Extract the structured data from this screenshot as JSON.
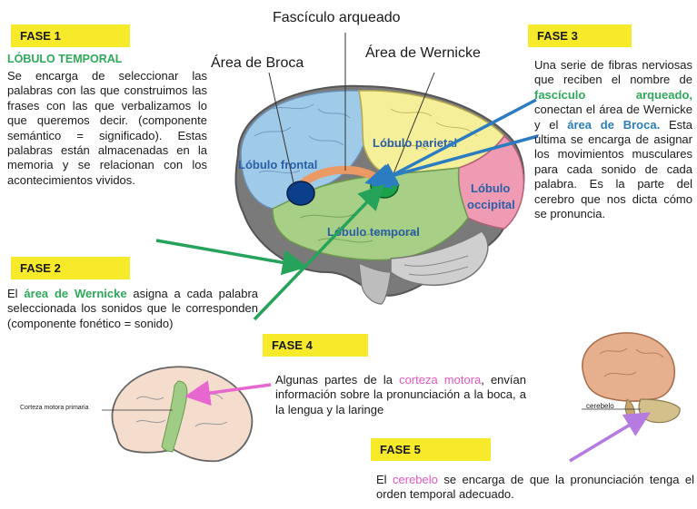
{
  "labels": {
    "fasciculo": "Fascículo arqueado",
    "broca": "Área de Broca",
    "wernicke": "Área de Wernicke",
    "corteza_motora_primaria": "Corteza motora primaria",
    "cerebelo": "cerebelo"
  },
  "lobes": {
    "frontal": "Lóbulo frontal",
    "parietal": "Lóbulo parietal",
    "occipital_1": "Lóbulo",
    "occipital_2": "occipital",
    "temporal": "Lóbulo temporal"
  },
  "fase1": {
    "title": "FASE 1",
    "heading": "LÓBULO TEMPORAL",
    "text": "Se encarga de seleccionar las palabras con las que construimos las frases con las que verbalizamos lo que queremos decir. (componente semántico = significado). Estas palabras están almacenadas en la memoria  y se relacionan con los acontecimientos vividos."
  },
  "fase2": {
    "title": "FASE 2",
    "text_before": "El ",
    "highlight": "área de Wernicke",
    "text_after": " asigna a cada palabra seleccionada los sonidos que le corresponden (componente fonético = sonido)"
  },
  "fase3": {
    "title": "FASE 3",
    "t1": "Una serie de fibras nerviosas que reciben el nombre de ",
    "h1": "fascículo arqueado,",
    "t2": " conectan el área de Wernicke y el ",
    "h2": "área de Broca.",
    "t3": " Esta última se encarga de asignar los movimientos musculares para cada sonido de cada palabra. Es la parte del cerebro que nos dicta cómo se pronuncia."
  },
  "fase4": {
    "title": "FASE 4",
    "t1": "Algunas partes de la ",
    "h1": "corteza motora",
    "t2": ", envían información sobre la pronunciación a la boca, a la lengua y la laringe"
  },
  "fase5": {
    "title": "FASE 5",
    "t1": "El ",
    "h1": "cerebelo",
    "t2": " se encarga de que la pronunciación tenga el orden temporal adecuado."
  },
  "colors": {
    "fase_bg": "#f7ea2a",
    "frontal": "#9fcbe9",
    "parietal": "#f6ef9a",
    "temporal": "#a8cf86",
    "occipital": "#ef9bb3",
    "arrow_blue": "#2b7cc1",
    "arrow_green": "#25a35a",
    "arrow_pink": "#e866d0",
    "arrow_violet": "#b57be0"
  }
}
